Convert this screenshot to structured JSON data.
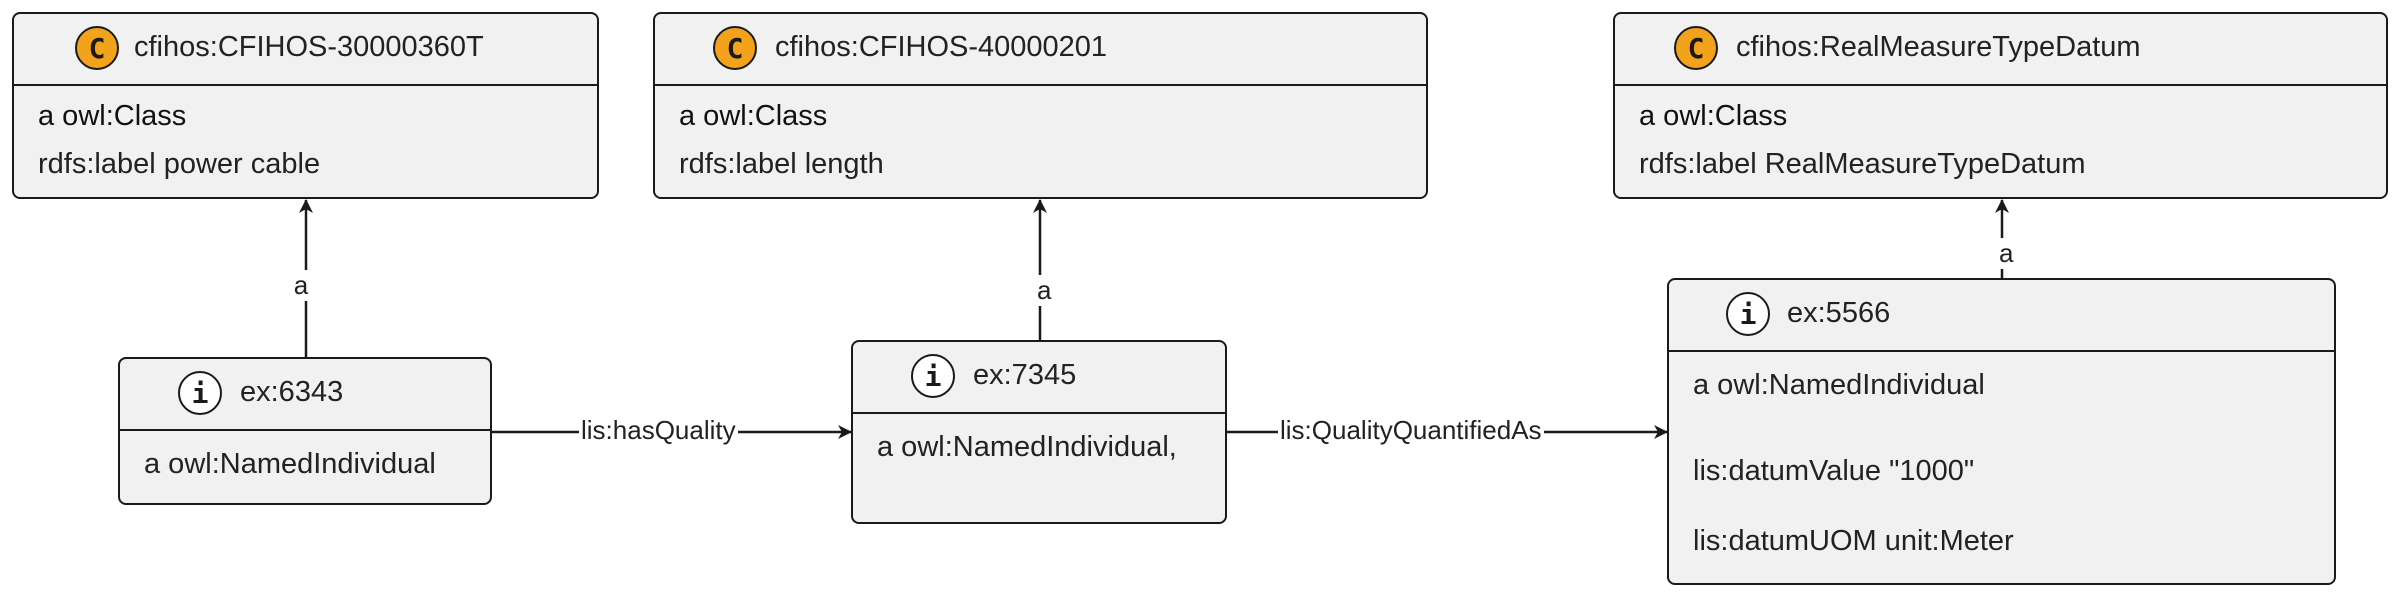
{
  "classes": [
    {
      "badge": "C",
      "title": "cfihos:CFIHOS-30000360T",
      "type_line": "a owl:Class",
      "label_line": "rdfs:label power cable"
    },
    {
      "badge": "C",
      "title": "cfihos:CFIHOS-40000201",
      "type_line": "a owl:Class",
      "label_line": "rdfs:label length"
    },
    {
      "badge": "C",
      "title": "cfihos:RealMeasureTypeDatum",
      "type_line": "a owl:Class",
      "label_line": "rdfs:label RealMeasureTypeDatum"
    }
  ],
  "individuals": [
    {
      "badge": "i",
      "title": "ex:6343",
      "lines": [
        "a owl:NamedIndividual"
      ]
    },
    {
      "badge": "i",
      "title": "ex:7345",
      "lines": [
        "a owl:NamedIndividual,"
      ]
    },
    {
      "badge": "i",
      "title": "ex:5566",
      "lines": [
        "a owl:NamedIndividual",
        "lis:datumValue \"1000\"",
        "lis:datumUOM unit:Meter"
      ]
    }
  ],
  "edges": {
    "type_label_1": "a",
    "type_label_2": "a",
    "type_label_3": "a",
    "has_quality": "lis:hasQuality",
    "quality_quantified_as": "lis:QualityQuantifiedAs"
  },
  "colors": {
    "class_badge": "#f2a31b",
    "individual_badge": "#ffffff",
    "node_fill": "#f1f1f1",
    "stroke": "#1a1a1a"
  },
  "icons": {
    "class_badge": "class-c-icon",
    "individual_badge": "individual-i-icon"
  }
}
